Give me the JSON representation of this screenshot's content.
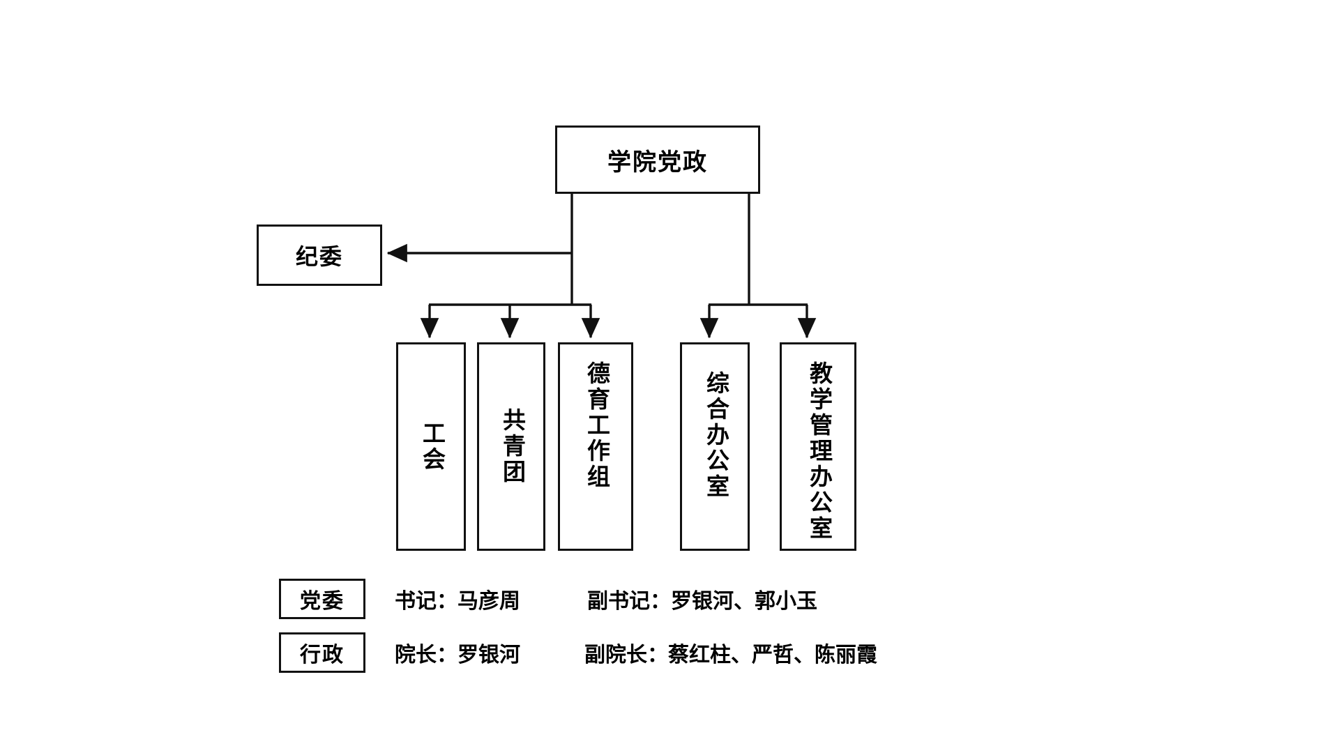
{
  "diagram": {
    "root": {
      "label": "学院党政"
    },
    "side": {
      "label": "纪委"
    },
    "departments": [
      {
        "label": "工会"
      },
      {
        "label": "共青团"
      },
      {
        "label": "德育工作组"
      },
      {
        "label": "综合办公室"
      },
      {
        "label": "教学管理办公室"
      }
    ],
    "legend": [
      {
        "tag": "党委",
        "primary": "书记：马彦周",
        "secondary": "副书记：罗银河、郭小玉"
      },
      {
        "tag": "行政",
        "primary": "院长：罗银河",
        "secondary": "副院长：蔡红柱、严哲、陈丽霞"
      }
    ],
    "colors": {
      "line": "#111111",
      "background": "#ffffff",
      "text": "#000000"
    }
  }
}
